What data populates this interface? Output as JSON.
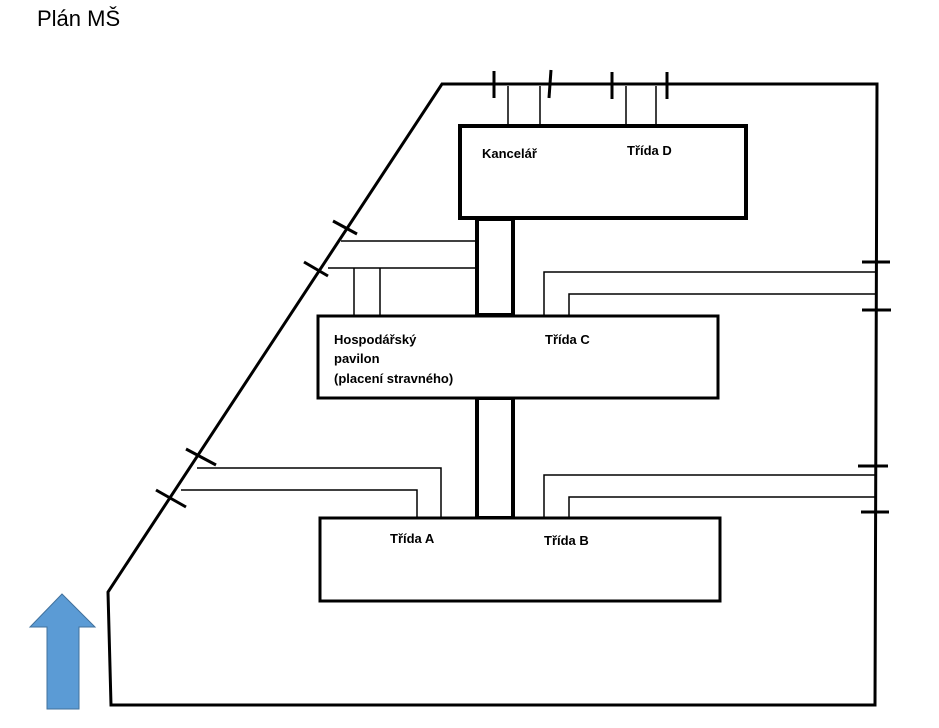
{
  "title": "Plán MŠ",
  "buildings": {
    "top": {
      "labels": [
        "Kancelář",
        "Třída D"
      ]
    },
    "middle": {
      "labels": [
        "Hospodářský",
        "pavilon",
        "(placení stravného)",
        "Třída C"
      ]
    },
    "bottom": {
      "labels": [
        "Třída A",
        "Třída B"
      ]
    }
  },
  "arrow": {
    "direction": "up",
    "color": "#5B9BD5"
  }
}
